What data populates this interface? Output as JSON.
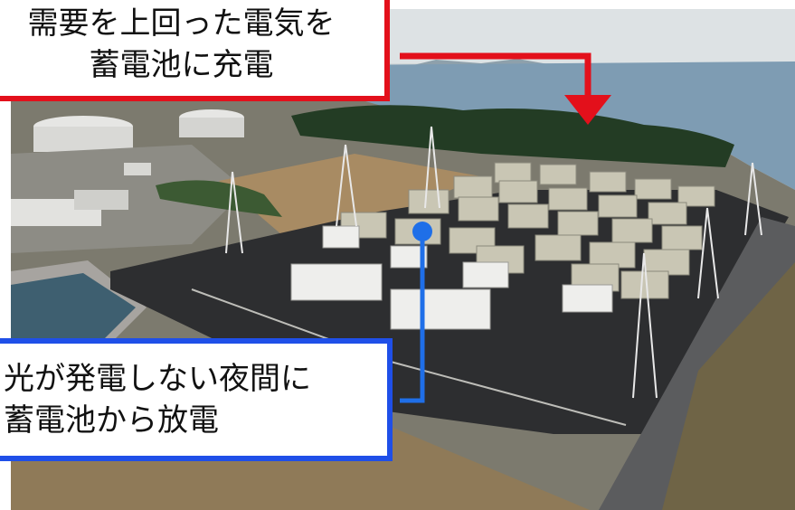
{
  "photo": {
    "subject": "aerial-view-battery-storage-plant",
    "colors": {
      "sky": "#dde2e4",
      "sea": "#7e9cb3",
      "asphalt": "#2d2e30",
      "field": "#a88b63",
      "trees": "#233c24"
    }
  },
  "callouts": {
    "charge": {
      "line1": "需要を上回った電気を",
      "line2": "蓄電池に充電",
      "color": "#e3101b"
    },
    "discharge": {
      "line1": "光が発電しない夜間に",
      "line2": "蓄電池から放電",
      "color": "#1f4fe8"
    }
  }
}
